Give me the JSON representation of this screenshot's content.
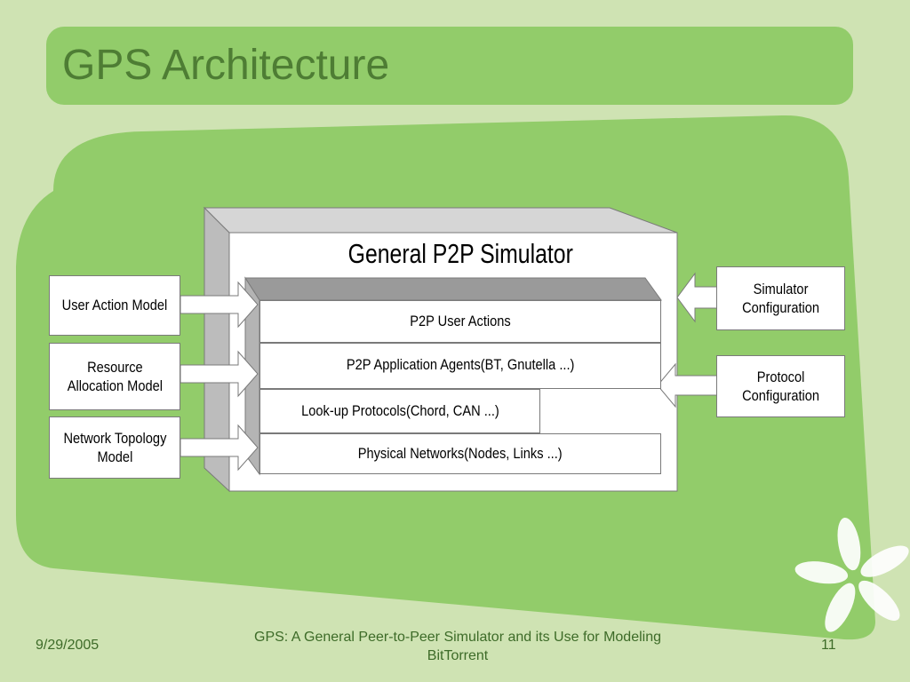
{
  "slide": {
    "title": "GPS Architecture",
    "date": "9/29/2005",
    "footer_text": "GPS: A General Peer-to-Peer Simulator and its Use for Modeling BitTorrent",
    "page_number": "11"
  },
  "colors": {
    "background": "#cfe3b3",
    "accent_green": "#92cc6a",
    "title_text": "#4e7d34",
    "footer_text": "#3d6b28"
  },
  "diagram": {
    "simulator_title": "General P2P Simulator",
    "layers": [
      "P2P User Actions",
      "P2P Application Agents(BT, Gnutella ...)",
      "Look-up Protocols(Chord, CAN ...)",
      "Physical Networks(Nodes, Links ...)"
    ],
    "inputs_left": [
      "User Action Model",
      "Resource\nAllocation Model",
      "Network Topology\nModel"
    ],
    "inputs_right": [
      "Simulator\nConfiguration",
      "Protocol\nConfiguration"
    ]
  }
}
